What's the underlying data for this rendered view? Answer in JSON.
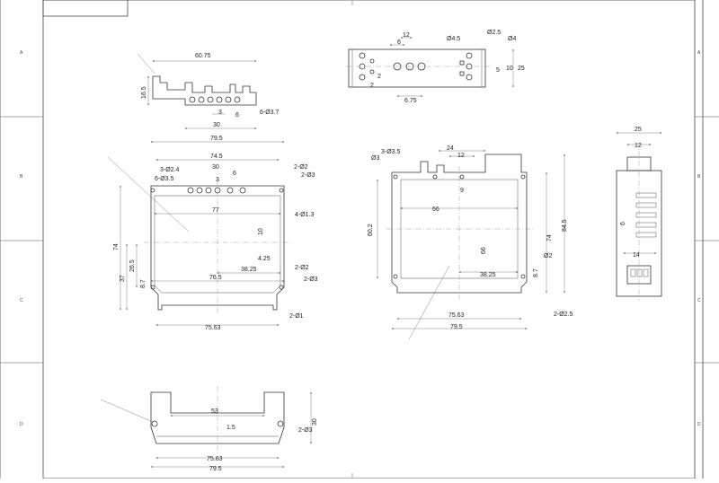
{
  "drawing": {
    "zones_left": [
      "A",
      "B",
      "C",
      "D"
    ],
    "zones_right": [
      "A",
      "B",
      "C",
      "D"
    ],
    "top_profile": {
      "w": "60.75",
      "h": "16.5",
      "d1": "3",
      "d2": "6",
      "holes": "6-Ø3.7",
      "d3": "30"
    },
    "top_right": {
      "d12": "12",
      "d6": "6",
      "d4_5": "Ø4.5",
      "d2_5": "Ø2.5",
      "d4": "Ø4",
      "d5": "5",
      "d10": "10",
      "d25": "25",
      "d2a": "2",
      "d2b": "2",
      "d675": "6.75"
    },
    "front_left": {
      "d795": "79.5",
      "d745": "74.5",
      "d30": "30",
      "d6": "6",
      "d3": "3",
      "h1": "3-Ø2.4",
      "h2": "6-Ø3.5",
      "r1": "2-Ø2",
      "r2": "2-Ø3",
      "d77": "77",
      "h3": "4-Ø1.3",
      "d10": "10",
      "d425": "4.25",
      "d74": "74",
      "d265": "26.5",
      "d37": "37",
      "d87": "8.7",
      "r3": "2-Ø2",
      "r4": "2-Ø3",
      "d3825": "38.25",
      "d765": "76.5",
      "d7563": "75.63",
      "r5": "2-Ø1"
    },
    "front_right": {
      "d24": "24",
      "d12": "12",
      "h1": "3-Ø3.5",
      "h2": "Ø3",
      "d9": "9",
      "d66w": "66",
      "d602": "60.2",
      "d66h": "66",
      "d74": "74",
      "d845": "84.5",
      "d3825": "38.25",
      "d2": "Ø2",
      "d87": "8.7",
      "d7563": "75.63",
      "d795": "79.5",
      "r1": "2-Ø2.5"
    },
    "side": {
      "d25": "25",
      "d12": "12",
      "d6": "6",
      "d14": "14"
    },
    "bottom": {
      "d53": "53",
      "d15": "1.5",
      "d30": "30",
      "r1": "2-Ø3",
      "d7563": "75.63",
      "d795": "79.5"
    }
  }
}
